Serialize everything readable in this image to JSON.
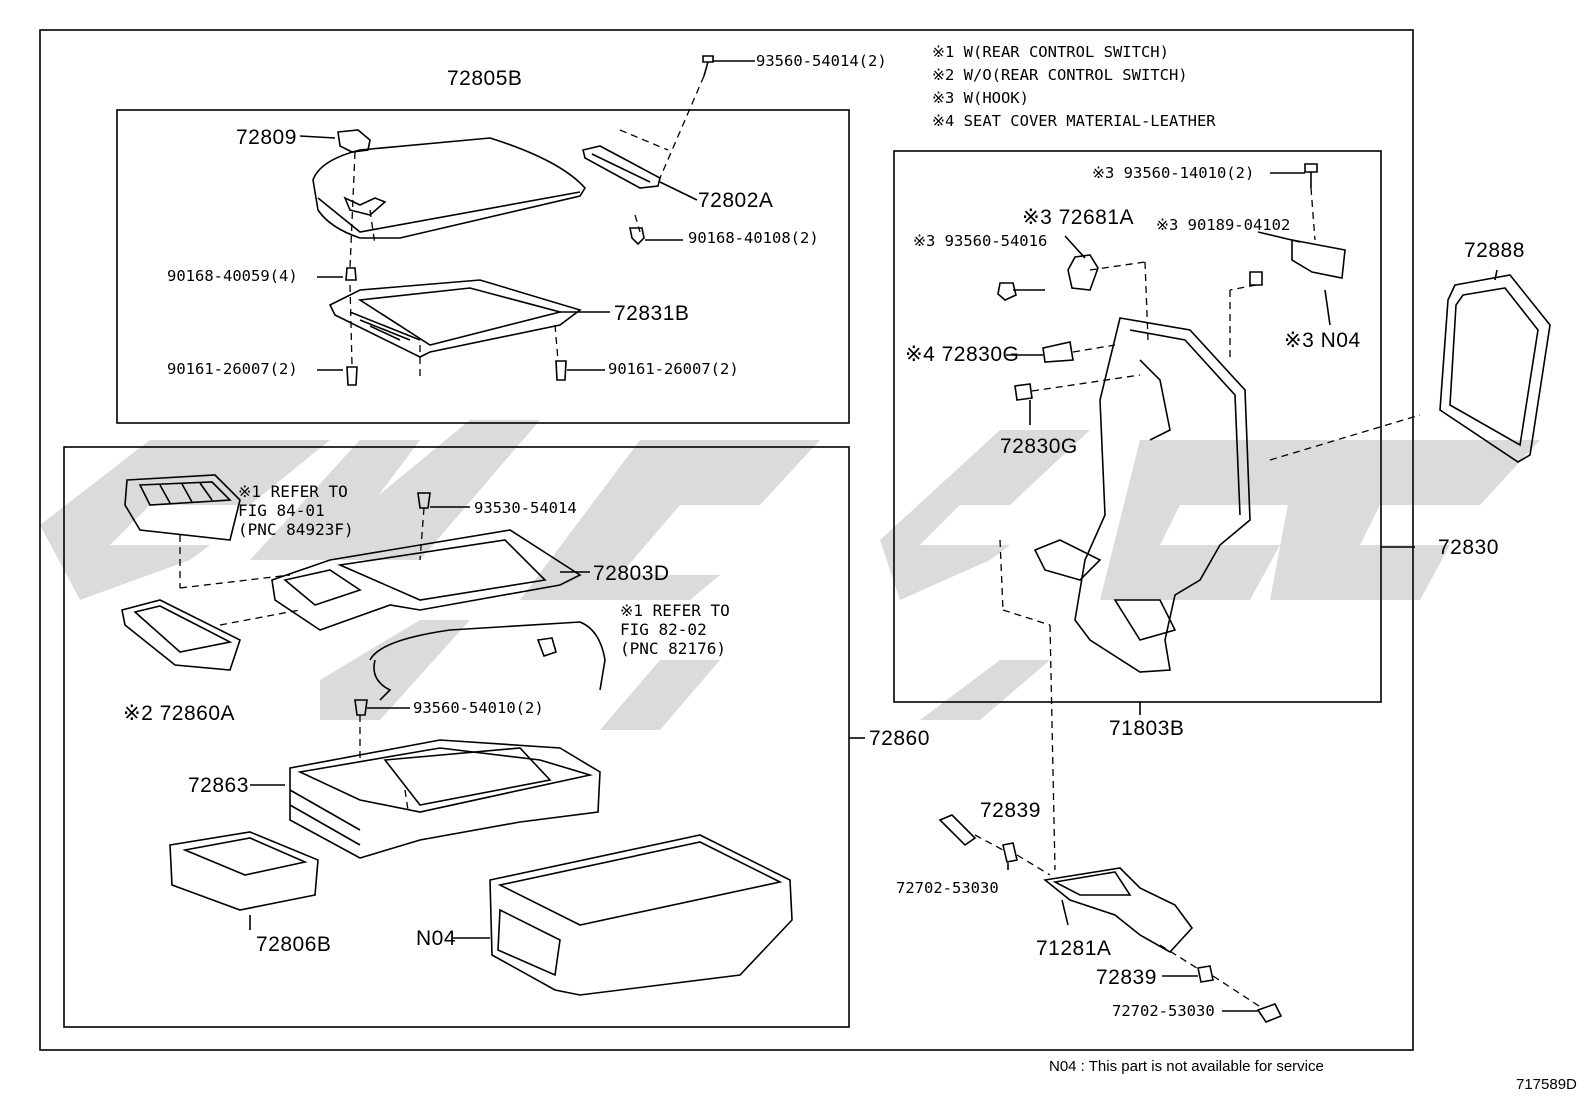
{
  "notes": [
    "※1 W(REAR CONTROL SWITCH)",
    "※2 W/O(REAR CONTROL SWITCH)",
    "※3 W(HOOK)",
    "※4 SEAT COVER MATERIAL-LEATHER"
  ],
  "parts": {
    "p72805B": "72805B",
    "p93560_54014": "93560-54014(2)",
    "p72809": "72809",
    "p72802A": "72802A",
    "p90168_40108": "90168-40108(2)",
    "p90168_40059": "90168-40059(4)",
    "p72831B": "72831B",
    "p90161_26007_l": "90161-26007(2)",
    "p90161_26007_r": "90161-26007(2)",
    "p93530_54014": "93530-54014",
    "p72803D": "72803D",
    "p72860A": "※2 72860A",
    "p93560_54010": "93560-54010(2)",
    "p72860": "72860",
    "p72863": "72863",
    "p72806B": "72806B",
    "pN04_bottom": "N04",
    "p93560_14010": "※3 93560-14010(2)",
    "p72681A": "※3 72681A",
    "p93560_54016": "※3 93560-54016",
    "p90189_04102": "※3 90189-04102",
    "pN04_right": "※3 N04",
    "p72830G_top": "※4 72830G",
    "p72830G_bot": "72830G",
    "p72888": "72888",
    "p72830": "72830",
    "p71803B": "71803B",
    "p72839_top": "72839",
    "p72702_53030_l": "72702-53030",
    "p71281A": "71281A",
    "p72839_bot": "72839",
    "p72702_53030_r": "72702-53030"
  },
  "refs": {
    "ref1": "※1 REFER TO\nFIG 84-01\n(PNC 84923F)",
    "ref2": "※1 REFER TO\nFIG 82-02\n(PNC 82176)"
  },
  "footer": {
    "note": "N04 : This part is not available for service",
    "code": "717589D"
  },
  "colors": {
    "line": "#000000",
    "watermark": "#cfcfcf"
  }
}
